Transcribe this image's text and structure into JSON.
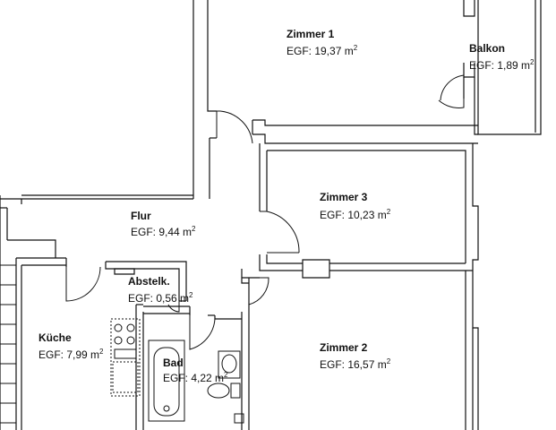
{
  "rooms": [
    {
      "id": "zimmer1",
      "name": "Zimmer 1",
      "area": "EGF: 19,37 m",
      "unit_exp": "2"
    },
    {
      "id": "balkon",
      "name": "Balkon",
      "area": "EGF: 1,89 m",
      "unit_exp": "2"
    },
    {
      "id": "zimmer3",
      "name": "Zimmer 3",
      "area": "EGF: 10,23 m",
      "unit_exp": "2"
    },
    {
      "id": "flur",
      "name": "Flur",
      "area": "EGF: 9,44 m",
      "unit_exp": "2"
    },
    {
      "id": "abstelk",
      "name": "Abstelk.",
      "area": "EGF: 0,56 m",
      "unit_exp": "2"
    },
    {
      "id": "kueche",
      "name": "Küche",
      "area": "EGF: 7,99 m",
      "unit_exp": "2"
    },
    {
      "id": "bad",
      "name": "Bad",
      "area": "EGF: 4,22 m",
      "unit_exp": "2"
    },
    {
      "id": "zimmer2",
      "name": "Zimmer 2",
      "area": "EGF: 16,57 m",
      "unit_exp": "2"
    }
  ]
}
